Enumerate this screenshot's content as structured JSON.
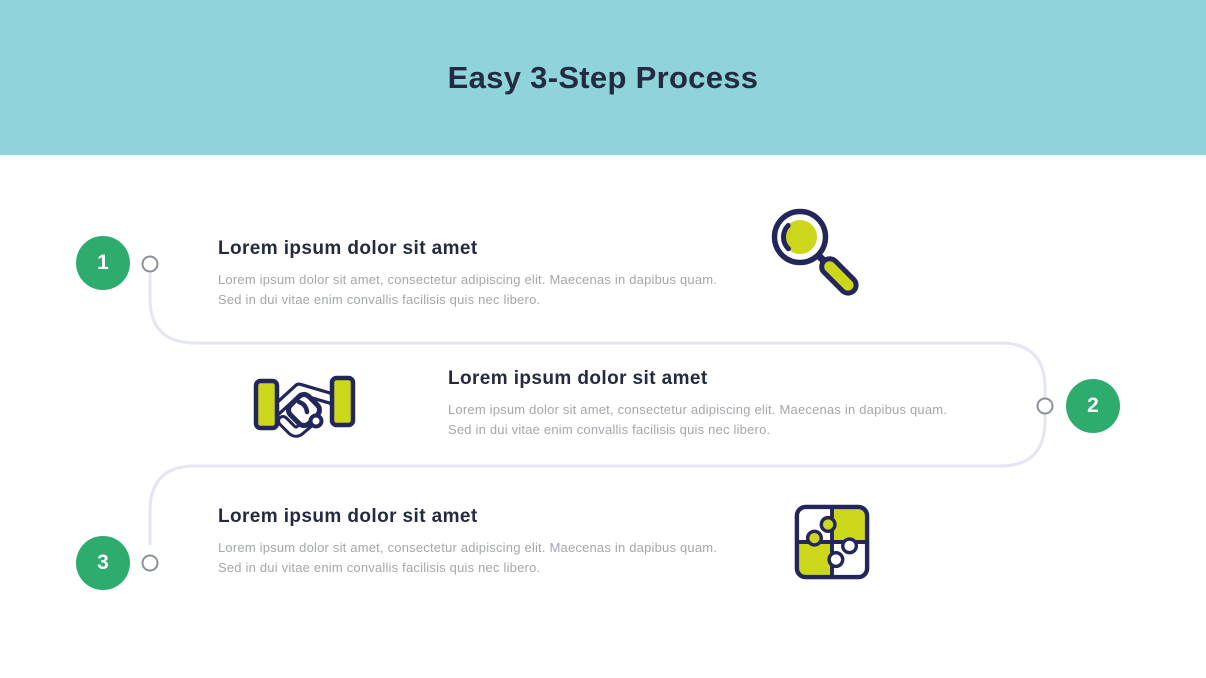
{
  "header": {
    "title": "Easy 3-Step Process"
  },
  "steps": [
    {
      "number": "1",
      "title": "Lorem ipsum dolor sit amet",
      "description_line1": "Lorem ipsum dolor sit amet, consectetur adipiscing elit. Maecenas in dapibus quam.",
      "description_line2": "Sed in dui vitae enim convallis facilisis quis nec libero.",
      "icon": "magnifier-icon"
    },
    {
      "number": "2",
      "title": "Lorem ipsum dolor sit amet",
      "description_line1": "Lorem ipsum dolor sit amet, consectetur adipiscing elit. Maecenas in dapibus quam.",
      "description_line2": "Sed in dui vitae enim convallis facilisis quis nec libero.",
      "icon": "handshake-icon"
    },
    {
      "number": "3",
      "title": "Lorem ipsum dolor sit amet",
      "description_line1": "Lorem ipsum dolor sit amet, consectetur adipiscing elit. Maecenas in dapibus quam.",
      "description_line2": "Sed in dui vitae enim convallis facilisis quis nec libero.",
      "icon": "puzzle-icon"
    }
  ],
  "colors": {
    "header_background": "#8fd4da",
    "heading_text": "#242b40",
    "step_number_background": "#2dac6e",
    "icon_outline": "#23265a",
    "icon_fill": "#ccd71b",
    "description_text": "#a3a6ac",
    "connector_line": "#e4e6f1",
    "connector_node": "#8b9199"
  }
}
